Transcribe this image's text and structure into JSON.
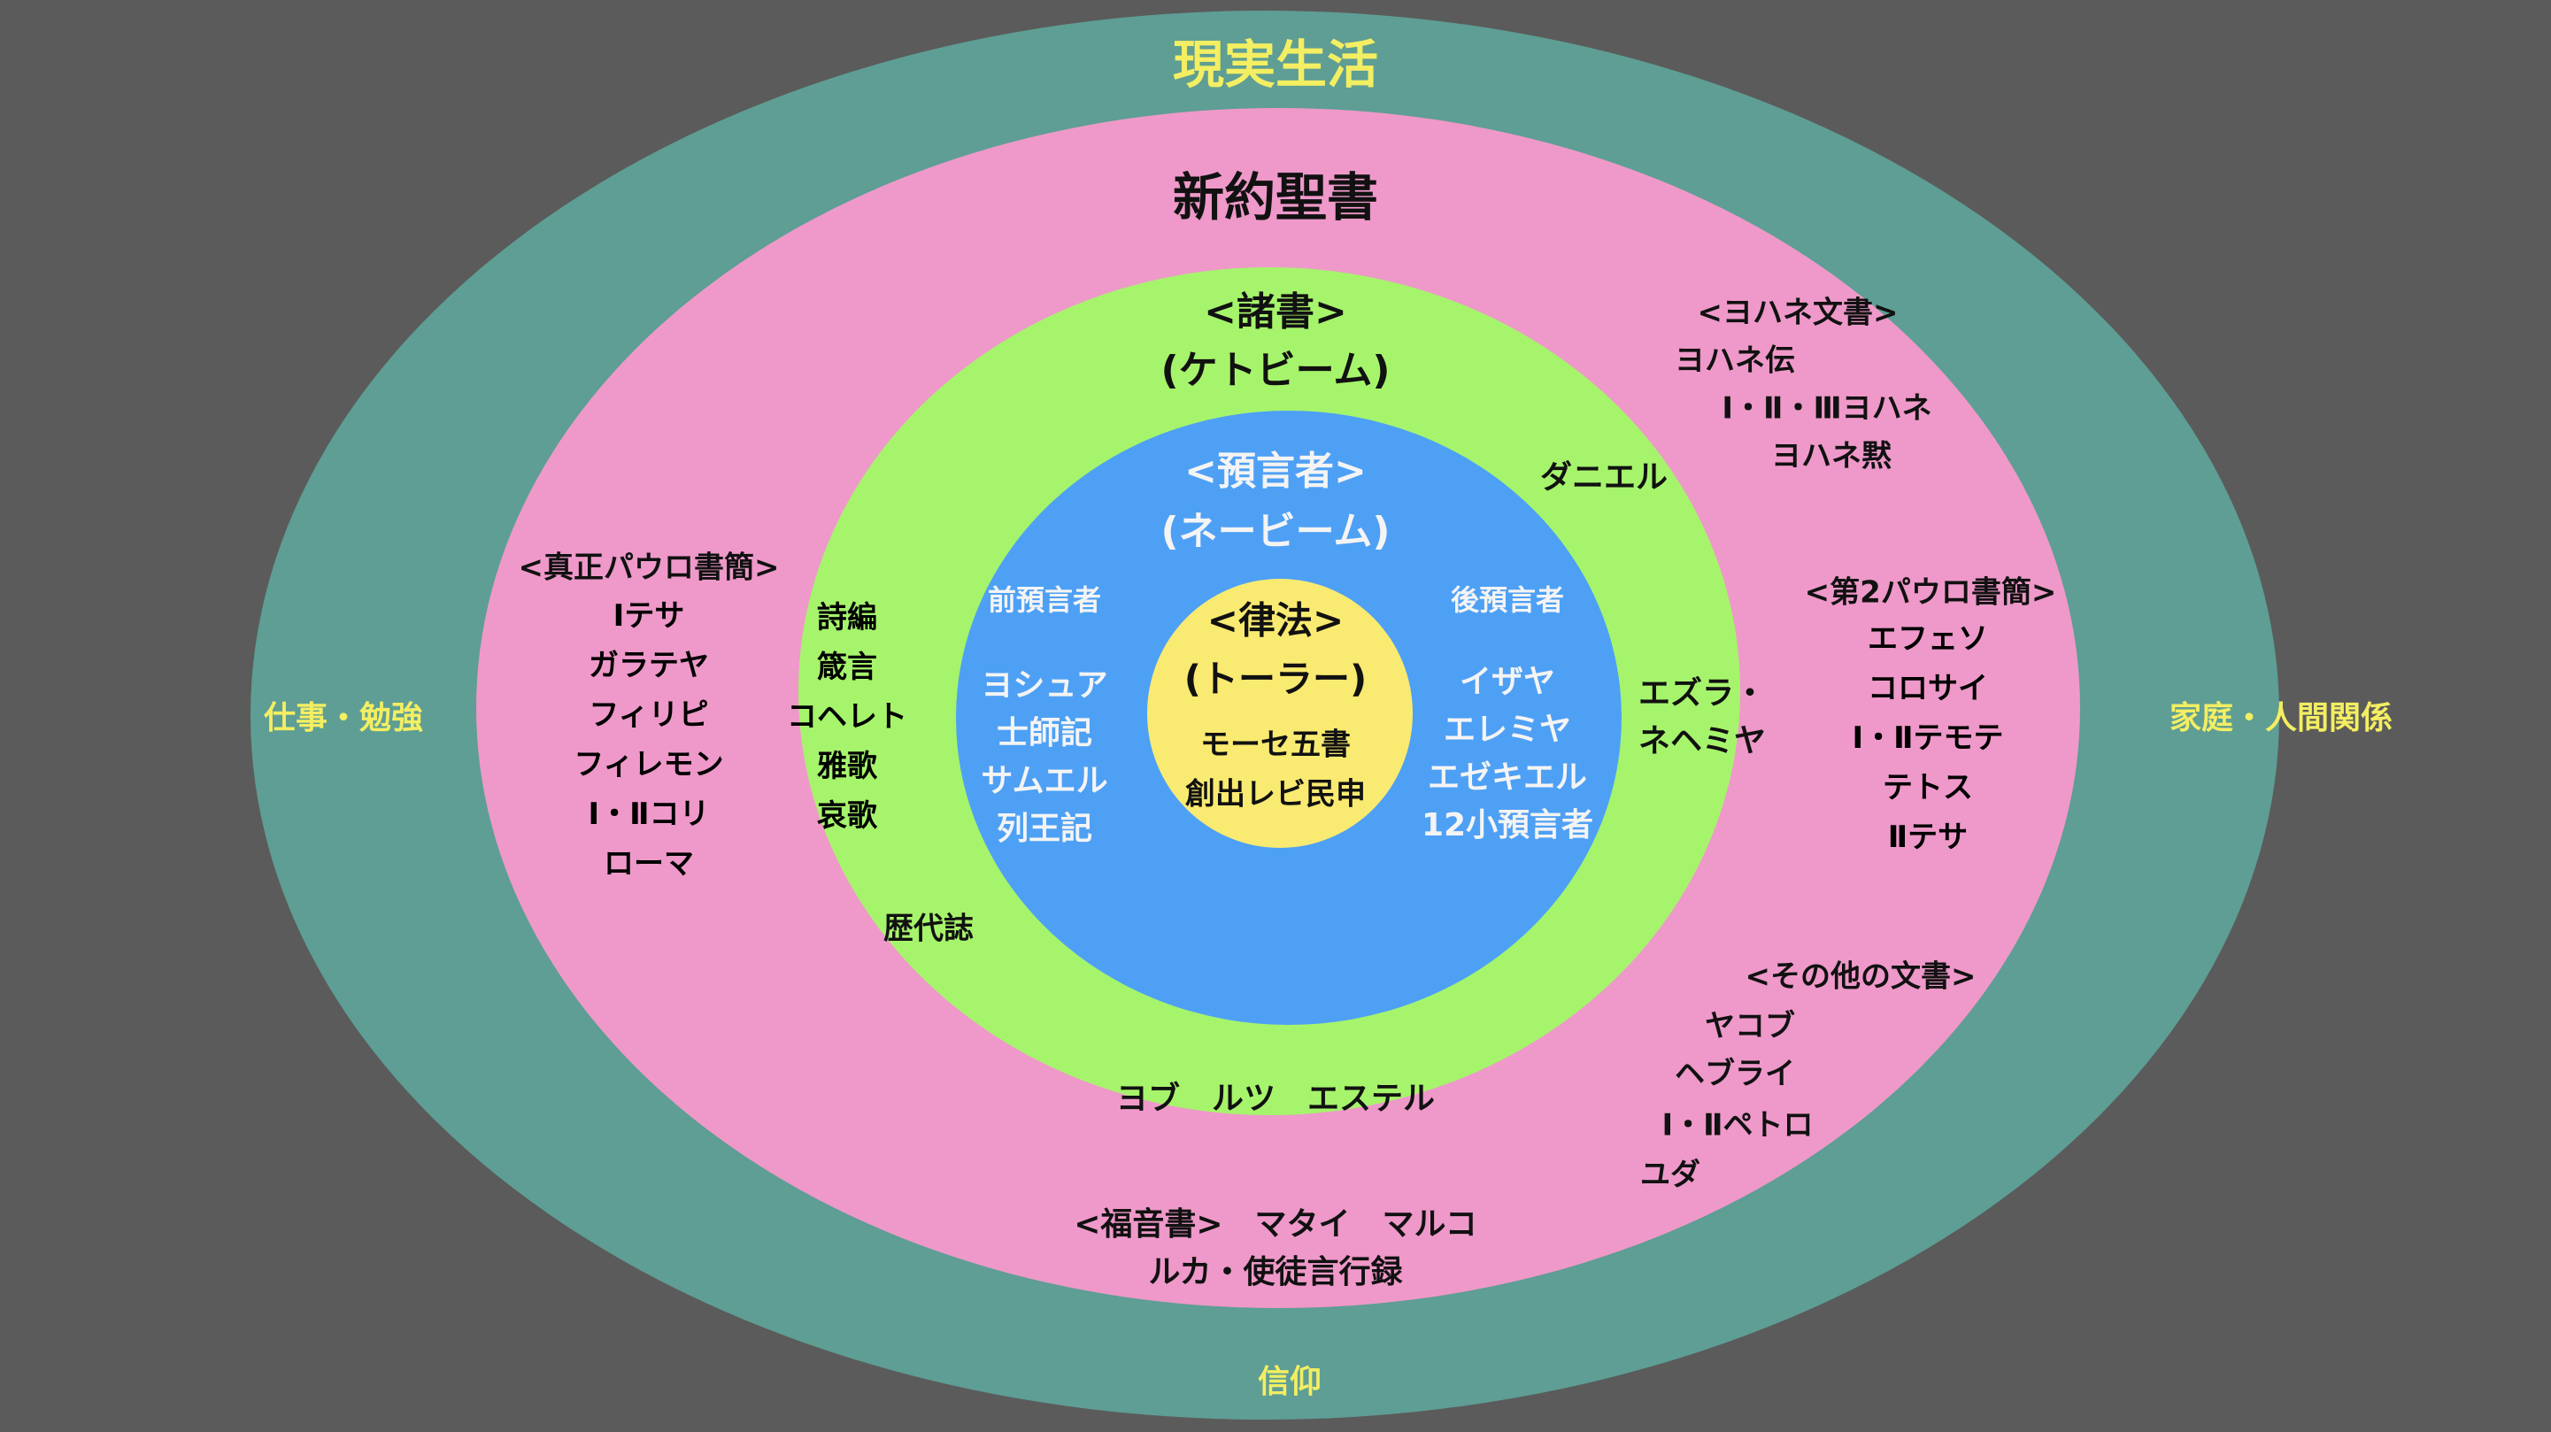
{
  "colors": {
    "background": "#5b5b5b",
    "life_ring": "#5e9e94",
    "new_testament_ring": "#ee99c9",
    "ketuvim_ring": "#a6f46c",
    "neviim_ring": "#4ea0f5",
    "torah_core": "#f9ea71",
    "accent_yellow_text": "#f3ee62"
  },
  "life": {
    "title": "現実生活",
    "left": "仕事・勉強",
    "right": "家庭・人間関係",
    "bottom": "信仰"
  },
  "new_testament": {
    "title": "新約聖書",
    "johannine": {
      "heading": "<ヨハネ文書>",
      "items": [
        "ヨハネ伝",
        "Ⅰ・Ⅱ・Ⅲヨハネ",
        "ヨハネ黙"
      ]
    },
    "authentic_pauline": {
      "heading": "<真正パウロ書簡>",
      "items": [
        "Ⅰテサ",
        "ガラテヤ",
        "フィリピ",
        "フィレモン",
        "Ⅰ・Ⅱコリ",
        "ローマ"
      ]
    },
    "deutero_pauline": {
      "heading": "<第2パウロ書簡>",
      "items": [
        "エフェソ",
        "コロサイ",
        "Ⅰ・Ⅱテモテ",
        "テトス",
        "Ⅱテサ"
      ]
    },
    "other_writings": {
      "heading": "<その他の文書>",
      "items": [
        "ヤコブ",
        "ヘブライ",
        "Ⅰ・Ⅱペトロ",
        "ユダ"
      ]
    },
    "gospels": {
      "line1": "<福音書>　マタイ　マルコ",
      "line2": "ルカ・使徒言行録"
    }
  },
  "ketuvim": {
    "title": "<諸書>",
    "subtitle": "(ケトビーム)",
    "wisdom": [
      "詩編",
      "箴言",
      "コヘレト",
      "雅歌",
      "哀歌"
    ],
    "daniel": "ダニエル",
    "ezra_nehemiah": [
      "エズラ・",
      "ネヘミヤ"
    ],
    "chronicles": "歴代誌",
    "bottom": "ヨブ　ルツ　エステル"
  },
  "neviim": {
    "title": "<預言者>",
    "subtitle": "(ネービーム)",
    "former": {
      "heading": "前預言者",
      "items": [
        "ヨシュア",
        "士師記",
        "サムエル",
        "列王記"
      ]
    },
    "latter": {
      "heading": "後預言者",
      "items": [
        "イザヤ",
        "エレミヤ",
        "エゼキエル",
        "12小預言者"
      ]
    }
  },
  "torah": {
    "title": "<律法>",
    "subtitle": "(トーラー)",
    "items": [
      "モーセ五書",
      "創出レビ民申"
    ]
  }
}
